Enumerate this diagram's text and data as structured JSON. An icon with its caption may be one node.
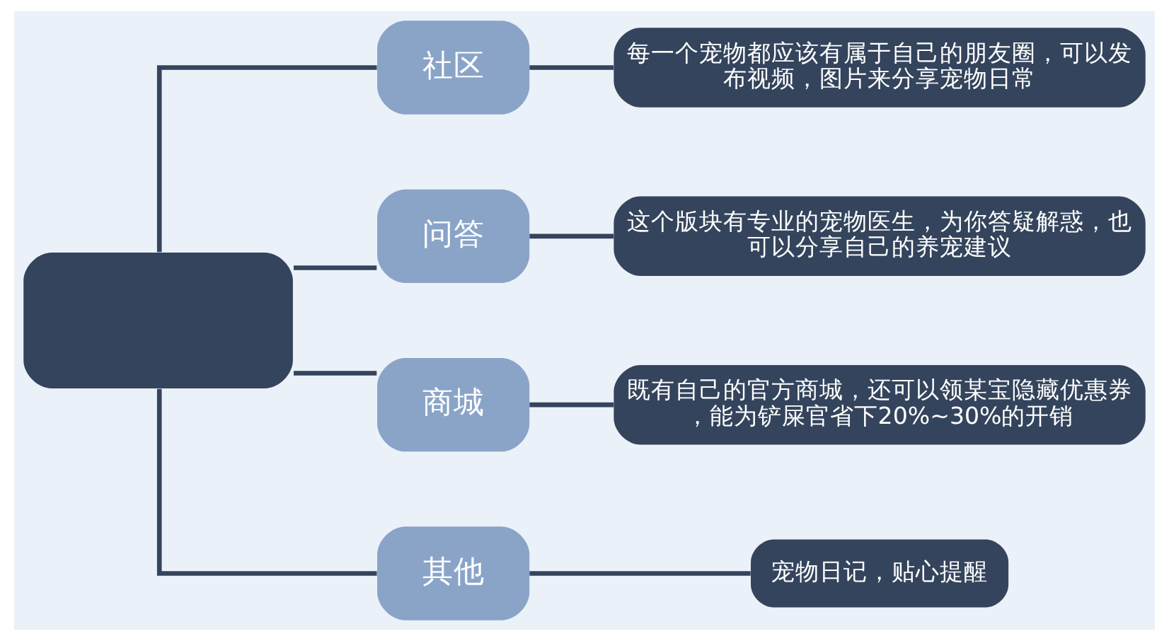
{
  "diagram": {
    "nodes": [
      {
        "text": [],
        "shape": "box"
      },
      {
        "text": [
          "社区"
        ]
      },
      {
        "text": [
          "每一个宠物都应该有属于自己的朋友圈，可以发布视频，图片来分享宠物日常"
        ]
      },
      {
        "text": [
          "问答"
        ]
      },
      {
        "text": [
          "这个版块有专业的宠物医生，为你答疑解惑，也可以分享自己的养宠建议"
        ]
      },
      {
        "text": [
          "商城"
        ]
      },
      {
        "text": [
          "既有自己的官方商城，还可以领某宝隐藏优惠券，能为铲屎官省下20%~30%的开销"
        ]
      },
      {
        "text": [
          "其他"
        ]
      },
      {
        "text": [
          "宠物日记，贴心提醒"
        ]
      }
    ],
    "edges": [
      {
        "from": 0,
        "to": 1,
        "arrow": "none"
      },
      {
        "from": 0,
        "to": 3,
        "arrow": "none"
      },
      {
        "from": 0,
        "to": 5,
        "arrow": "none"
      },
      {
        "from": 0,
        "to": 7,
        "arrow": "none"
      },
      {
        "from": 1,
        "to": 2,
        "arrow": "none"
      },
      {
        "from": 3,
        "to": 4,
        "arrow": "none"
      },
      {
        "from": 5,
        "to": 6,
        "arrow": "none"
      },
      {
        "from": 7,
        "to": 8,
        "arrow": "none"
      }
    ]
  }
}
